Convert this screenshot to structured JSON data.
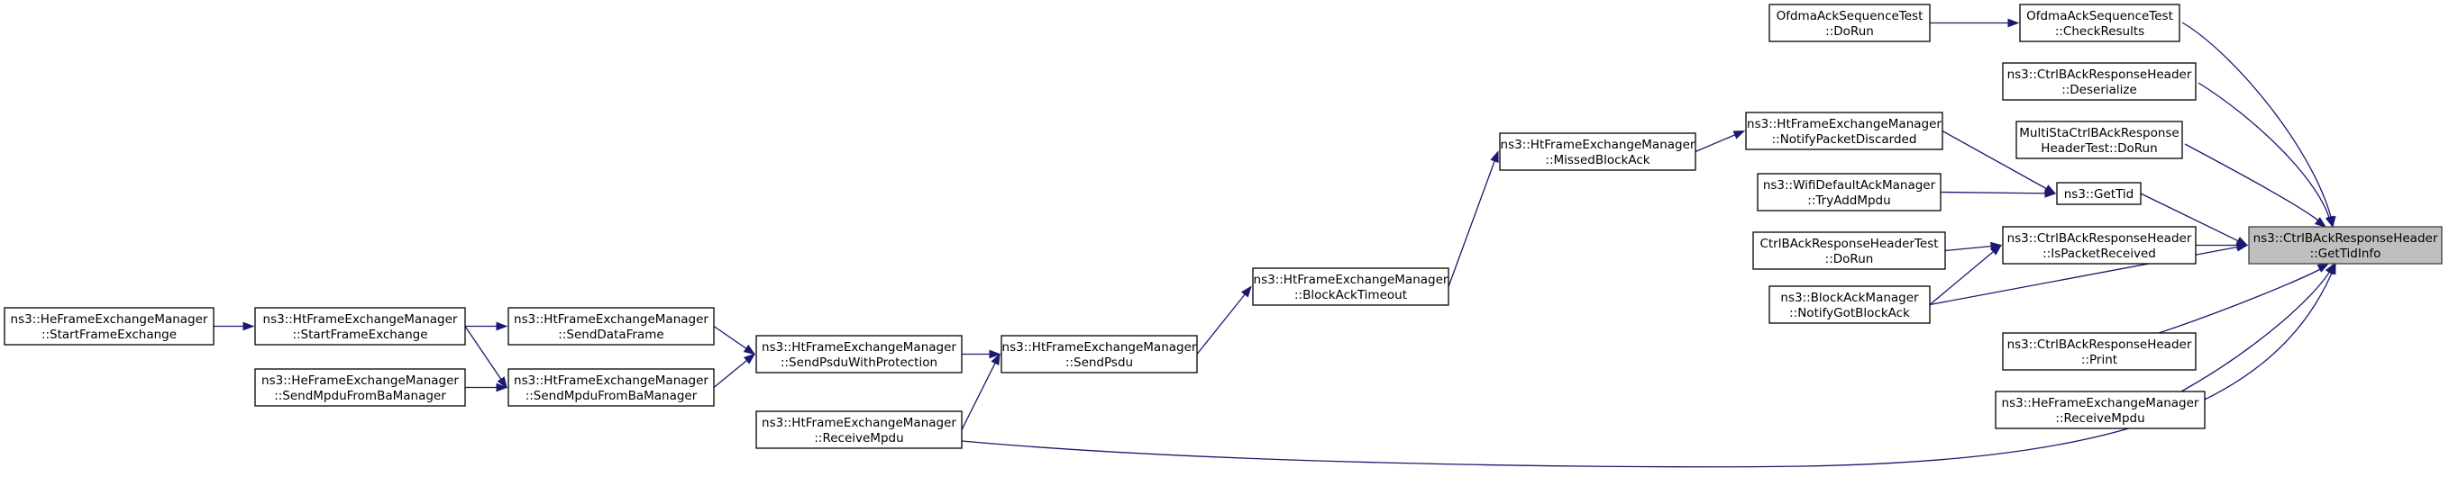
{
  "diagram": {
    "type": "call-graph",
    "focus_node": "gettidinfo",
    "colors": {
      "edge": "#191970",
      "node_fill": "#ffffff",
      "focus_fill": "#bfbfbf",
      "border": "#000000"
    },
    "nodes": [
      {
        "id": "gettidinfo",
        "lines": [
          "ns3::CtrlBAckResponseHeader",
          "::GetTidInfo"
        ]
      },
      {
        "id": "checkresults",
        "lines": [
          "OfdmaAckSequenceTest",
          "::CheckResults"
        ]
      },
      {
        "id": "ofdma_dorun",
        "lines": [
          "OfdmaAckSequenceTest",
          "::DoRun"
        ]
      },
      {
        "id": "deserialize",
        "lines": [
          "ns3::CtrlBAckResponseHeader",
          "::Deserialize"
        ]
      },
      {
        "id": "multista_dorun",
        "lines": [
          "MultiStaCtrlBAckResponse",
          "HeaderTest::DoRun"
        ]
      },
      {
        "id": "gettid",
        "lines": [
          "ns3::GetTid"
        ]
      },
      {
        "id": "notifypacketdiscarded",
        "lines": [
          "ns3::HtFrameExchangeManager",
          "::NotifyPacketDiscarded"
        ]
      },
      {
        "id": "tryaddmpdu",
        "lines": [
          "ns3::WifiDefaultAckManager",
          "::TryAddMpdu"
        ]
      },
      {
        "id": "ispacketreceived",
        "lines": [
          "ns3::CtrlBAckResponseHeader",
          "::IsPacketReceived"
        ]
      },
      {
        "id": "ctrlback_dorun",
        "lines": [
          "CtrlBAckResponseHeaderTest",
          "::DoRun"
        ]
      },
      {
        "id": "notifygotblockack",
        "lines": [
          "ns3::BlockAckManager",
          "::NotifyGotBlockAck"
        ]
      },
      {
        "id": "print",
        "lines": [
          "ns3::CtrlBAckResponseHeader",
          "::Print"
        ]
      },
      {
        "id": "he_receivempdu",
        "lines": [
          "ns3::HeFrameExchangeManager",
          "::ReceiveMpdu"
        ]
      },
      {
        "id": "missedblockack",
        "lines": [
          "ns3::HtFrameExchangeManager",
          "::MissedBlockAck"
        ]
      },
      {
        "id": "blockacktimeout",
        "lines": [
          "ns3::HtFrameExchangeManager",
          "::BlockAckTimeout"
        ]
      },
      {
        "id": "sendpsdu",
        "lines": [
          "ns3::HtFrameExchangeManager",
          "::SendPsdu"
        ]
      },
      {
        "id": "ht_receivempdu",
        "lines": [
          "ns3::HtFrameExchangeManager",
          "::ReceiveMpdu"
        ]
      },
      {
        "id": "sendpsduwithprotection",
        "lines": [
          "ns3::HtFrameExchangeManager",
          "::SendPsduWithProtection"
        ]
      },
      {
        "id": "senddataframe",
        "lines": [
          "ns3::HtFrameExchangeManager",
          "::SendDataFrame"
        ]
      },
      {
        "id": "ht_sendmpdufrombamanager",
        "lines": [
          "ns3::HtFrameExchangeManager",
          "::SendMpduFromBaManager"
        ]
      },
      {
        "id": "ht_startframeexchange",
        "lines": [
          "ns3::HtFrameExchangeManager",
          "::StartFrameExchange"
        ]
      },
      {
        "id": "he_sendmpdufrombamanager",
        "lines": [
          "ns3::HeFrameExchangeManager",
          "::SendMpduFromBaManager"
        ]
      },
      {
        "id": "he_startframeexchange",
        "lines": [
          "ns3::HeFrameExchangeManager",
          "::StartFrameExchange"
        ]
      }
    ],
    "edges": [
      {
        "from": "checkresults",
        "to": "gettidinfo"
      },
      {
        "from": "ofdma_dorun",
        "to": "checkresults"
      },
      {
        "from": "deserialize",
        "to": "gettidinfo"
      },
      {
        "from": "multista_dorun",
        "to": "gettidinfo"
      },
      {
        "from": "gettid",
        "to": "gettidinfo"
      },
      {
        "from": "notifypacketdiscarded",
        "to": "gettid"
      },
      {
        "from": "missedblockack",
        "to": "notifypacketdiscarded"
      },
      {
        "from": "tryaddmpdu",
        "to": "gettid"
      },
      {
        "from": "ispacketreceived",
        "to": "gettidinfo"
      },
      {
        "from": "ctrlback_dorun",
        "to": "ispacketreceived"
      },
      {
        "from": "notifygotblockack",
        "to": "ispacketreceived"
      },
      {
        "from": "notifygotblockack",
        "to": "gettidinfo"
      },
      {
        "from": "print",
        "to": "gettidinfo"
      },
      {
        "from": "he_receivempdu",
        "to": "gettidinfo"
      },
      {
        "from": "ht_receivempdu",
        "to": "gettidinfo"
      },
      {
        "from": "blockacktimeout",
        "to": "missedblockack"
      },
      {
        "from": "sendpsdu",
        "to": "blockacktimeout"
      },
      {
        "from": "ht_receivempdu",
        "to": "sendpsdu"
      },
      {
        "from": "sendpsduwithprotection",
        "to": "sendpsdu"
      },
      {
        "from": "senddataframe",
        "to": "sendpsduwithprotection"
      },
      {
        "from": "ht_sendmpdufrombamanager",
        "to": "sendpsduwithprotection"
      },
      {
        "from": "ht_startframeexchange",
        "to": "senddataframe"
      },
      {
        "from": "ht_startframeexchange",
        "to": "ht_sendmpdufrombamanager"
      },
      {
        "from": "he_sendmpdufrombamanager",
        "to": "ht_sendmpdufrombamanager"
      },
      {
        "from": "he_startframeexchange",
        "to": "ht_startframeexchange"
      }
    ]
  }
}
